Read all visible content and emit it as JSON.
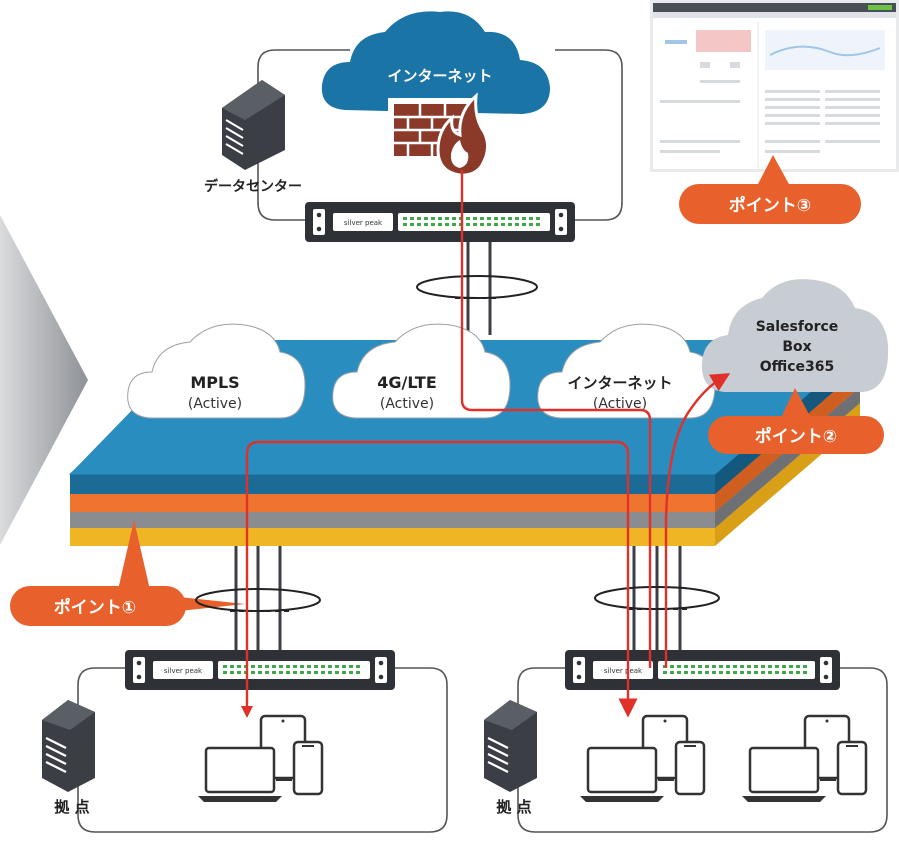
{
  "internet_cloud": {
    "label": "インターネット"
  },
  "datacenter": {
    "label": "データセンター"
  },
  "appliance": {
    "brand": "silver peak"
  },
  "wan_clouds": [
    {
      "name": "MPLS",
      "status": "(Active)"
    },
    {
      "name": "4G/LTE",
      "status": "(Active)"
    },
    {
      "name": "インターネット",
      "status": "(Active)"
    }
  ],
  "saas_cloud": {
    "lines": [
      "Salesforce",
      "Box",
      "Office365"
    ]
  },
  "points": {
    "p1": "ポイント①",
    "p2": "ポイント②",
    "p3": "ポイント③"
  },
  "branches": [
    {
      "label": "拠 点"
    },
    {
      "label": "拠 点"
    }
  ],
  "colors": {
    "cloud_blue": "#1b74a6",
    "gray_cloud": "#c8cdd4",
    "point_orange": "#e8612c",
    "path_red": "#e0302a",
    "layer_blue": "#2a8dbf",
    "layer_orange": "#ee7430",
    "layer_gray": "#8a8c8f",
    "layer_yellow": "#f0b524",
    "device_dark": "#3b3f45"
  }
}
